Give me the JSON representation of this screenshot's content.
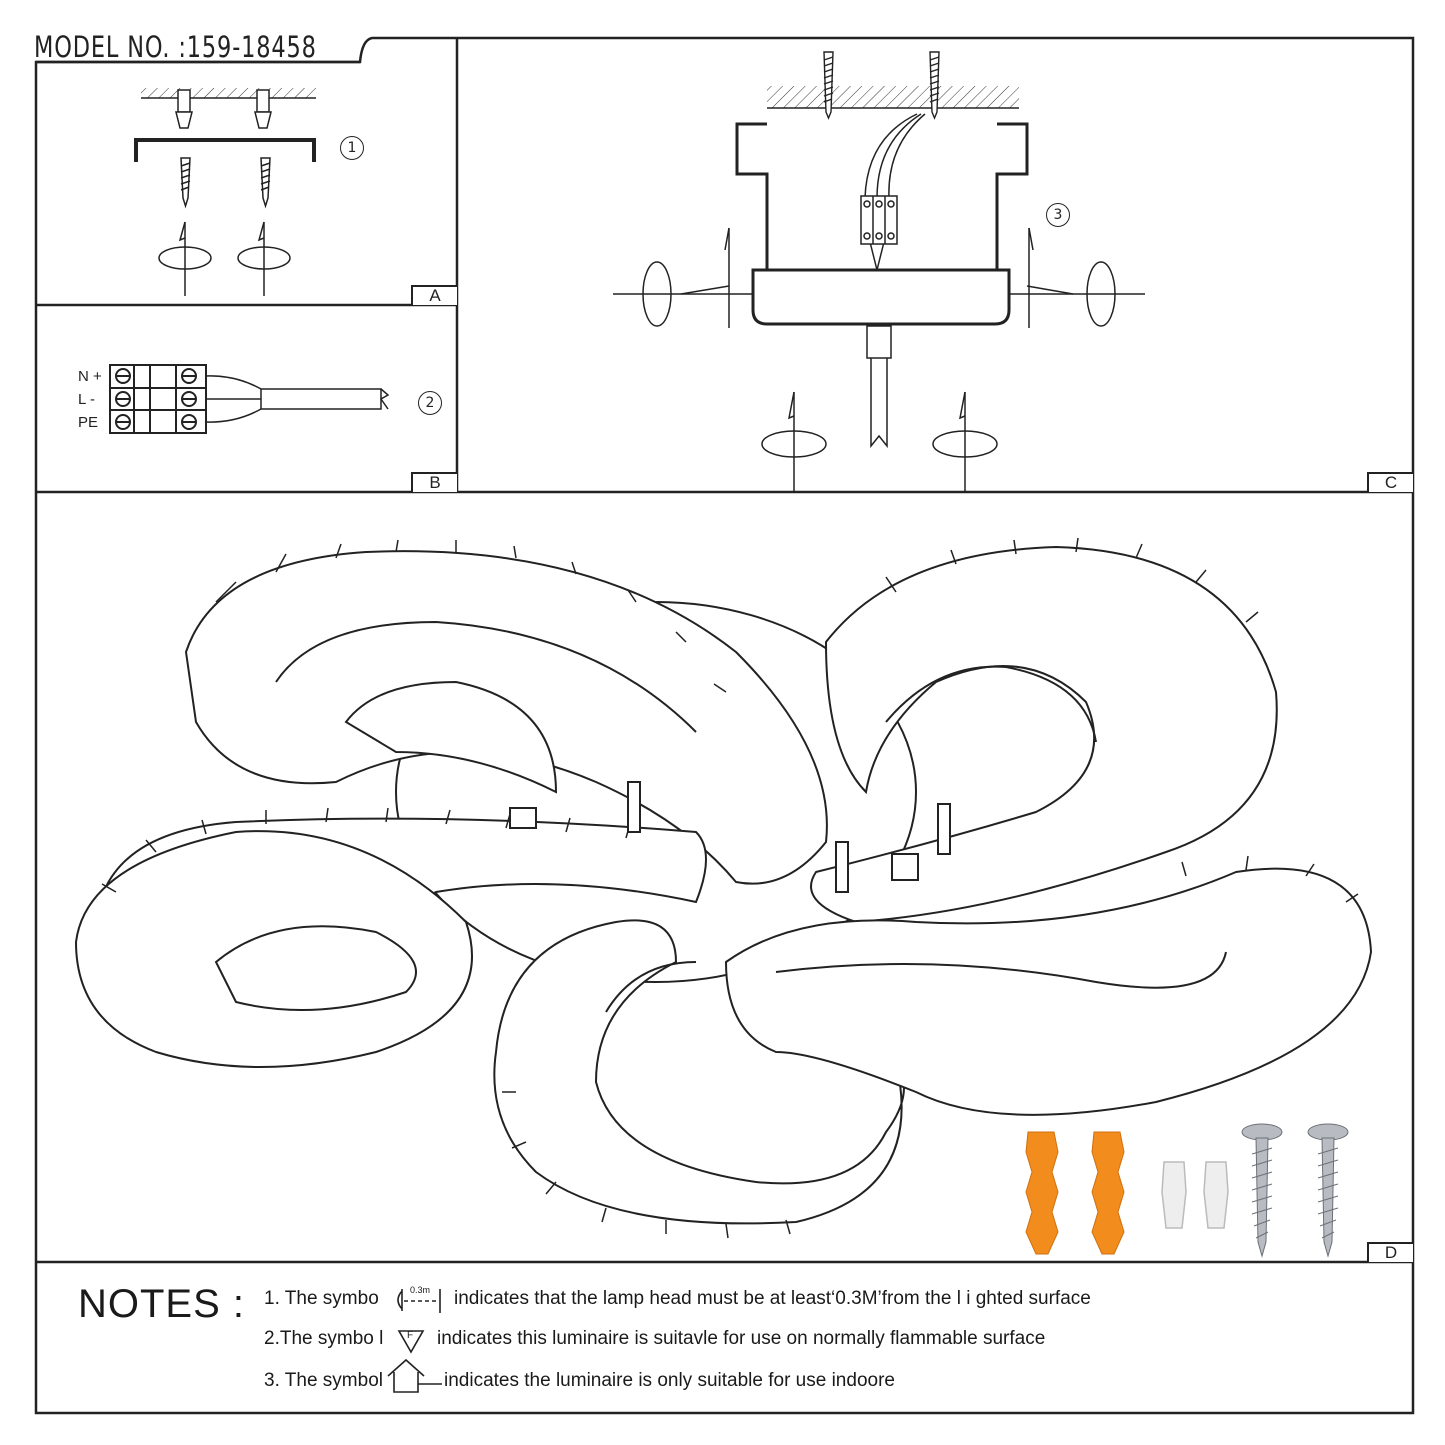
{
  "header": {
    "model_label": "MODEL NO. :159-18458"
  },
  "panels": {
    "a": {
      "letter": "A",
      "step": "1"
    },
    "b": {
      "letter": "B",
      "step": "2",
      "terminal_labels": [
        "N +",
        "L -",
        "PE"
      ]
    },
    "c": {
      "letter": "C",
      "step": "3"
    },
    "d": {
      "letter": "D"
    }
  },
  "notes": {
    "title": "NOTES :",
    "symbol_distance_label": "0.3m",
    "symbol_f_label": "F",
    "items": [
      {
        "before": "1. The symbo",
        "after": "indicates that the lamp head must be at least‘0.3M’from the l i ghted surface"
      },
      {
        "before": "2.The symbo l",
        "after": "indicates this luminaire is suitavle for use on normally flammable surface"
      },
      {
        "before": "3. The symbol",
        "after": "indicates the luminaire is only suitable for use indoore"
      }
    ]
  },
  "colors": {
    "line": "#222222",
    "anchor": "#f28c1c",
    "cap": "#eeeeee",
    "screw": "#b8bcc2"
  }
}
